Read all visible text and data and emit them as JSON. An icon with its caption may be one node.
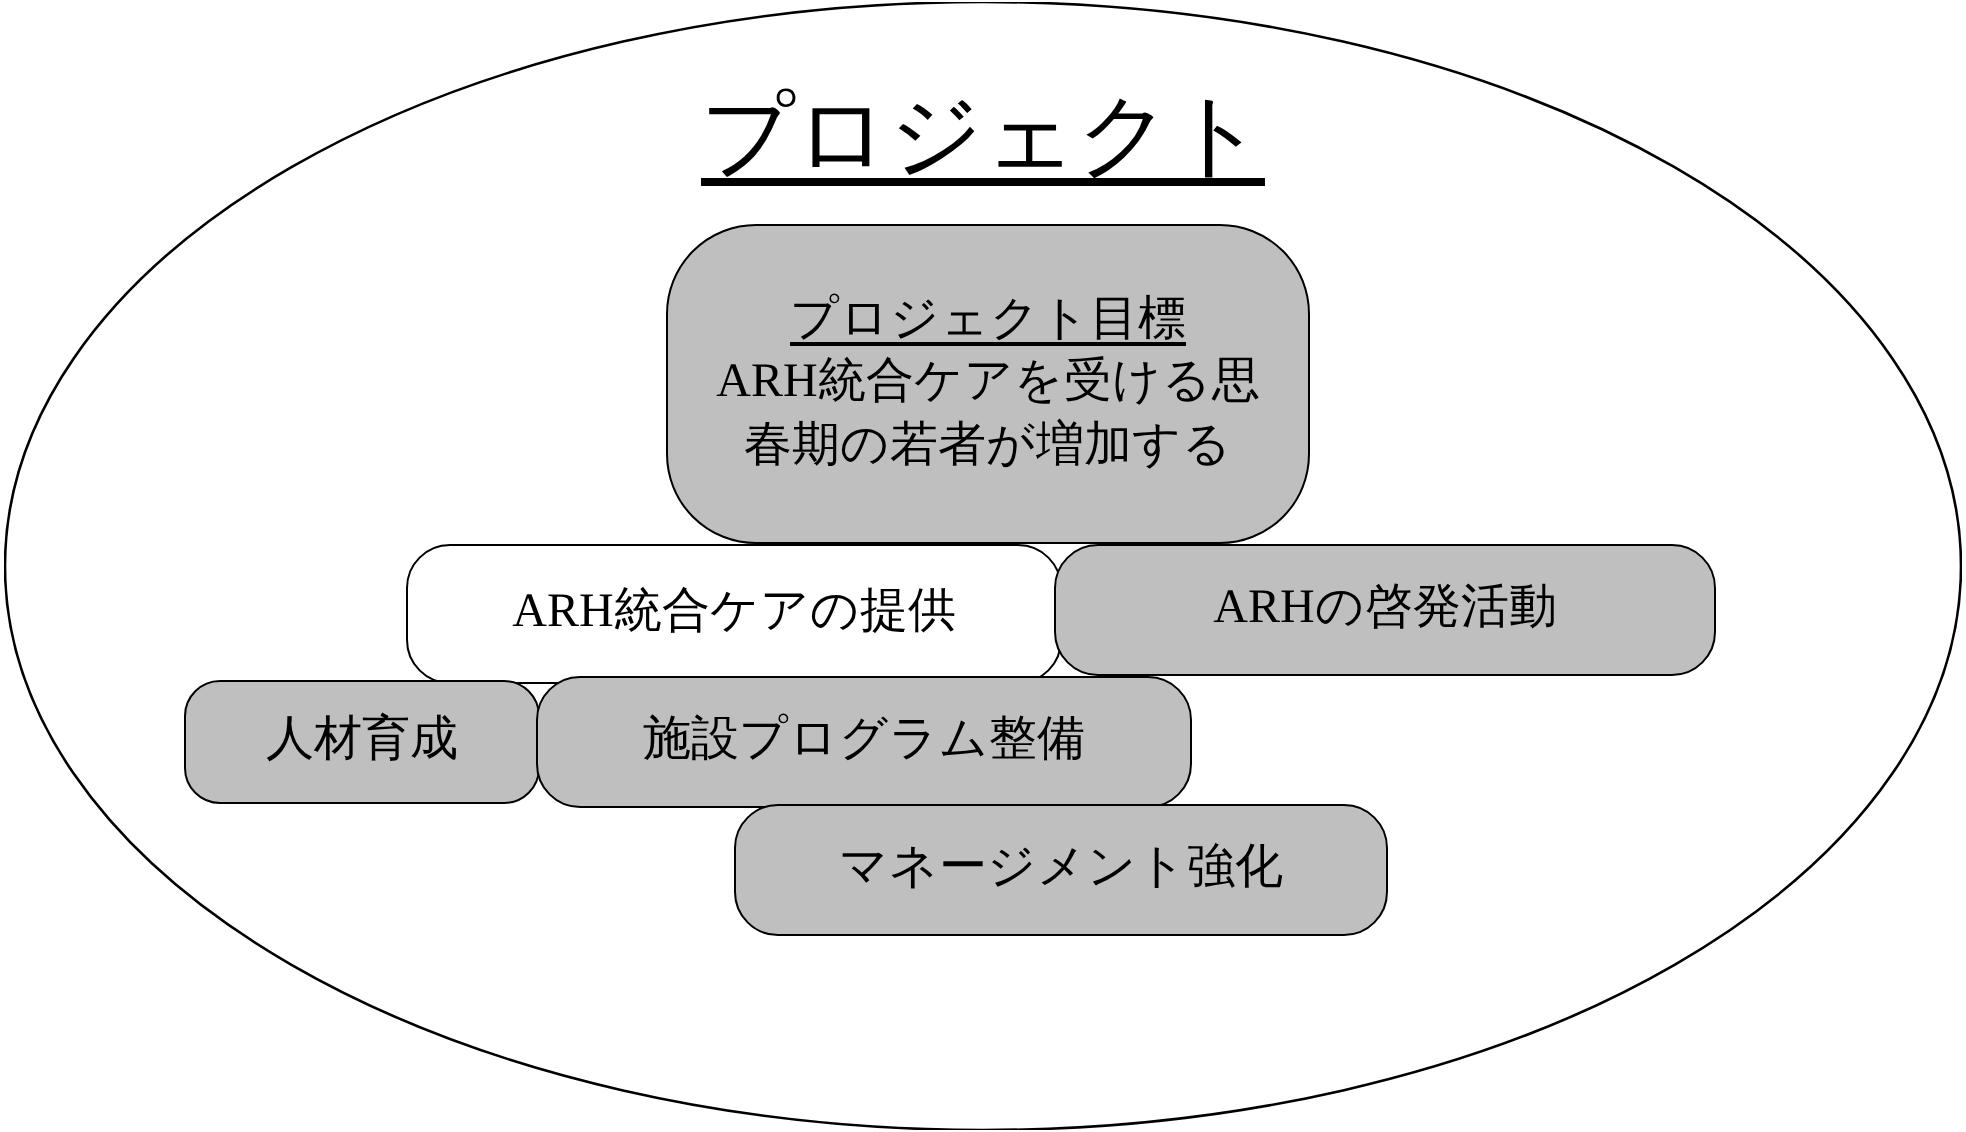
{
  "diagram": {
    "nodes": [
      {
        "text": [
          "プロジェクト"
        ]
      },
      {
        "text": [
          "プロジェクト目標",
          "ARH統合ケアを受ける思春期の若者が増加する"
        ],
        "in": 0
      },
      {
        "text": [
          "ARH統合ケアの提供"
        ],
        "in": 0
      },
      {
        "text": [
          "ARHの啓発活動"
        ],
        "in": 0
      },
      {
        "text": [
          "人材育成"
        ],
        "in": 0
      },
      {
        "text": [
          "施設プログラム整備"
        ],
        "in": 0
      },
      {
        "text": [
          "マネージメント強化"
        ],
        "in": 0
      }
    ]
  }
}
